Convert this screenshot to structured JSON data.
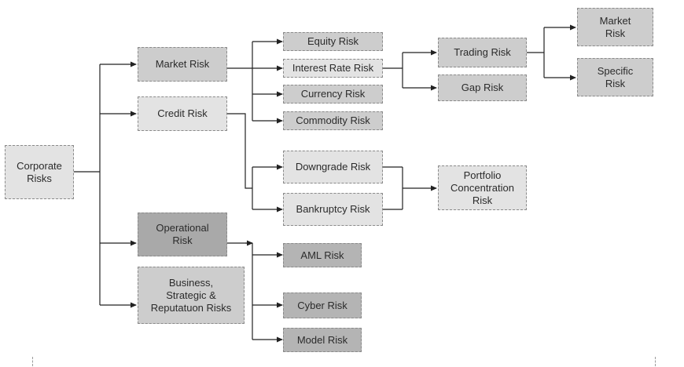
{
  "nodes": {
    "corporate": "Corporate\nRisks",
    "market": "Market Risk",
    "credit": "Credit Risk",
    "operational": "Operational\nRisk",
    "business": "Business,\nStrategic &\nReputatuon Risks",
    "equity": "Equity Risk",
    "interest": "Interest Rate Risk",
    "currency": "Currency Risk",
    "commodity": "Commodity Risk",
    "downgrade": "Downgrade Risk",
    "bankruptcy": "Bankruptcy Risk",
    "aml": "AML Risk",
    "cyber": "Cyber Risk",
    "model": "Model Risk",
    "trading": "Trading Risk",
    "gap": "Gap Risk",
    "portfolio": "Portfolio\nConcentration\nRisk",
    "market_sub": "Market\nRisk",
    "specific": "Specific\nRisk"
  }
}
